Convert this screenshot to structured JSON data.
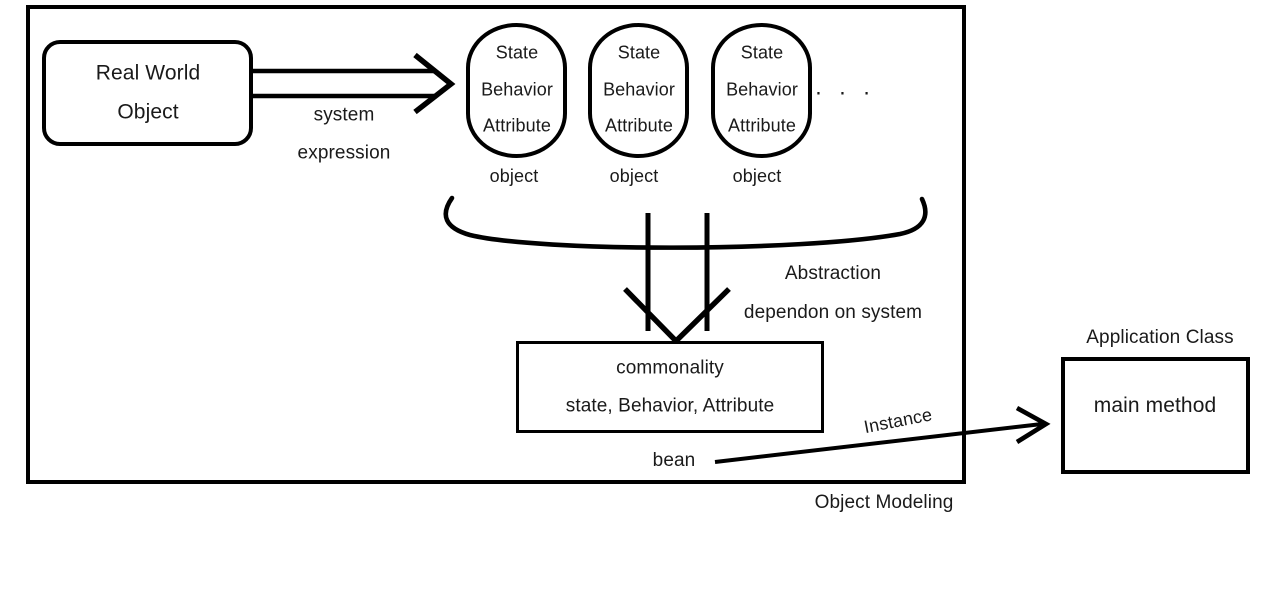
{
  "diagram": {
    "title": "Object Modeling",
    "frame_caption": "Object Modeling",
    "colors": {
      "stroke": "#000000",
      "text": "#1a1a1a",
      "background": "#ffffff"
    },
    "source": {
      "label_line1": "Real World",
      "label_line2": "Object"
    },
    "transform_arrow": {
      "label_line1": "system",
      "label_line2": "expression"
    },
    "objects": {
      "ellipsis": "· · ·",
      "items": [
        {
          "line1": "State",
          "line2": "Behavior",
          "line3": "Attribute",
          "caption": "object"
        },
        {
          "line1": "State",
          "line2": "Behavior",
          "line3": "Attribute",
          "caption": "object"
        },
        {
          "line1": "State",
          "line2": "Behavior",
          "line3": "Attribute",
          "caption": "object"
        }
      ]
    },
    "abstraction": {
      "line1": "Abstraction",
      "line2": "dependon on system"
    },
    "commonality": {
      "line1": "commonality",
      "line2": "state, Behavior, Attribute",
      "caption": "bean"
    },
    "instance_arrow": {
      "label": "Instance"
    },
    "application_class": {
      "caption": "Application Class",
      "body": "main method"
    }
  }
}
